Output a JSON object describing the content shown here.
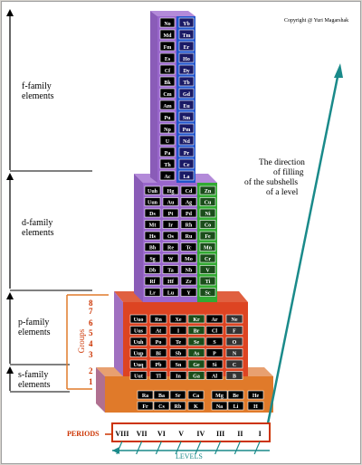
{
  "copyright": "Copyright @ Yuri Magarshak",
  "labels": {
    "f_family": [
      "f-family",
      "elements"
    ],
    "d_family": [
      "d-family",
      "elements"
    ],
    "p_family": [
      "p-family",
      "elements"
    ],
    "s_family": [
      "s-family",
      "elements"
    ],
    "groups": "Groups",
    "periods": "PERIODS",
    "levels": "LEVELS",
    "direction": [
      "The direction",
      "of filling",
      "of the subshells",
      "of a level"
    ]
  },
  "group_numbers": [
    "8",
    "7",
    "6",
    "5",
    "4",
    "3",
    "2",
    "1"
  ],
  "level_numerals": [
    "VIII",
    "VII",
    "VI",
    "V",
    "IV",
    "III",
    "II",
    "I"
  ],
  "colors": {
    "f_block": "#9966cc",
    "d_block_purple": "#9966cc",
    "d_block_green": "#33aa33",
    "p_block_red": "#dd4422",
    "p_block_green": "#33aa33",
    "s_block_blue": "#2255cc",
    "s_block_orange": "#e07a2a",
    "arrow_teal": "#1a8a8a",
    "label_red": "#cc3300"
  },
  "tower": {
    "f_left": [
      "No",
      "Md",
      "Fm",
      "Es",
      "Cf",
      "Bk",
      "Cm",
      "Am",
      "Pu",
      "Np",
      "U",
      "Pa",
      "Th",
      "Ac"
    ],
    "f_right": [
      "Yb",
      "Tm",
      "Er",
      "Ho",
      "Dy",
      "Tb",
      "Gd",
      "Eu",
      "Sm",
      "Pm",
      "Nd",
      "Pr",
      "Ce",
      "La"
    ],
    "d_col1": [
      "Uuh",
      "Uun",
      "Ds",
      "Mt",
      "Hs",
      "Bh",
      "Sg",
      "Db",
      "Rf",
      "Lr"
    ],
    "d_col2": [
      "Hg",
      "Au",
      "Pt",
      "Ir",
      "Os",
      "Re",
      "W",
      "Ta",
      "Hf",
      "Lu"
    ],
    "d_col3": [
      "Cd",
      "Ag",
      "Pd",
      "Rh",
      "Ru",
      "Tc",
      "Mo",
      "Nb",
      "Zr",
      "Y"
    ],
    "d_col4": [
      "Zn",
      "Cu",
      "Ni",
      "Co",
      "Fe",
      "Mn",
      "Cr",
      "V",
      "Ti",
      "Sc"
    ],
    "p_col1": [
      "Uuo",
      "Uus",
      "Uuh",
      "Uup",
      "Uuq",
      "Uut"
    ],
    "p_col2": [
      "Rn",
      "At",
      "Po",
      "Bi",
      "Pb",
      "Tl"
    ],
    "p_col3": [
      "Xe",
      "I",
      "Te",
      "Sb",
      "Sn",
      "In"
    ],
    "p_col4": [
      "Kr",
      "Br",
      "Se",
      "As",
      "Ge",
      "Ga"
    ],
    "p_col5": [
      "Ar",
      "Cl",
      "S",
      "P",
      "Si",
      "Al"
    ],
    "p_col6": [
      "Ne",
      "F",
      "O",
      "N",
      "C",
      "B"
    ],
    "s_row1": [
      "Ra",
      "Ba",
      "Sr",
      "Ca",
      "Mg",
      "Be",
      "He"
    ],
    "s_row2": [
      "Fr",
      "Cs",
      "Rb",
      "K",
      "Na",
      "Li",
      "H"
    ]
  }
}
